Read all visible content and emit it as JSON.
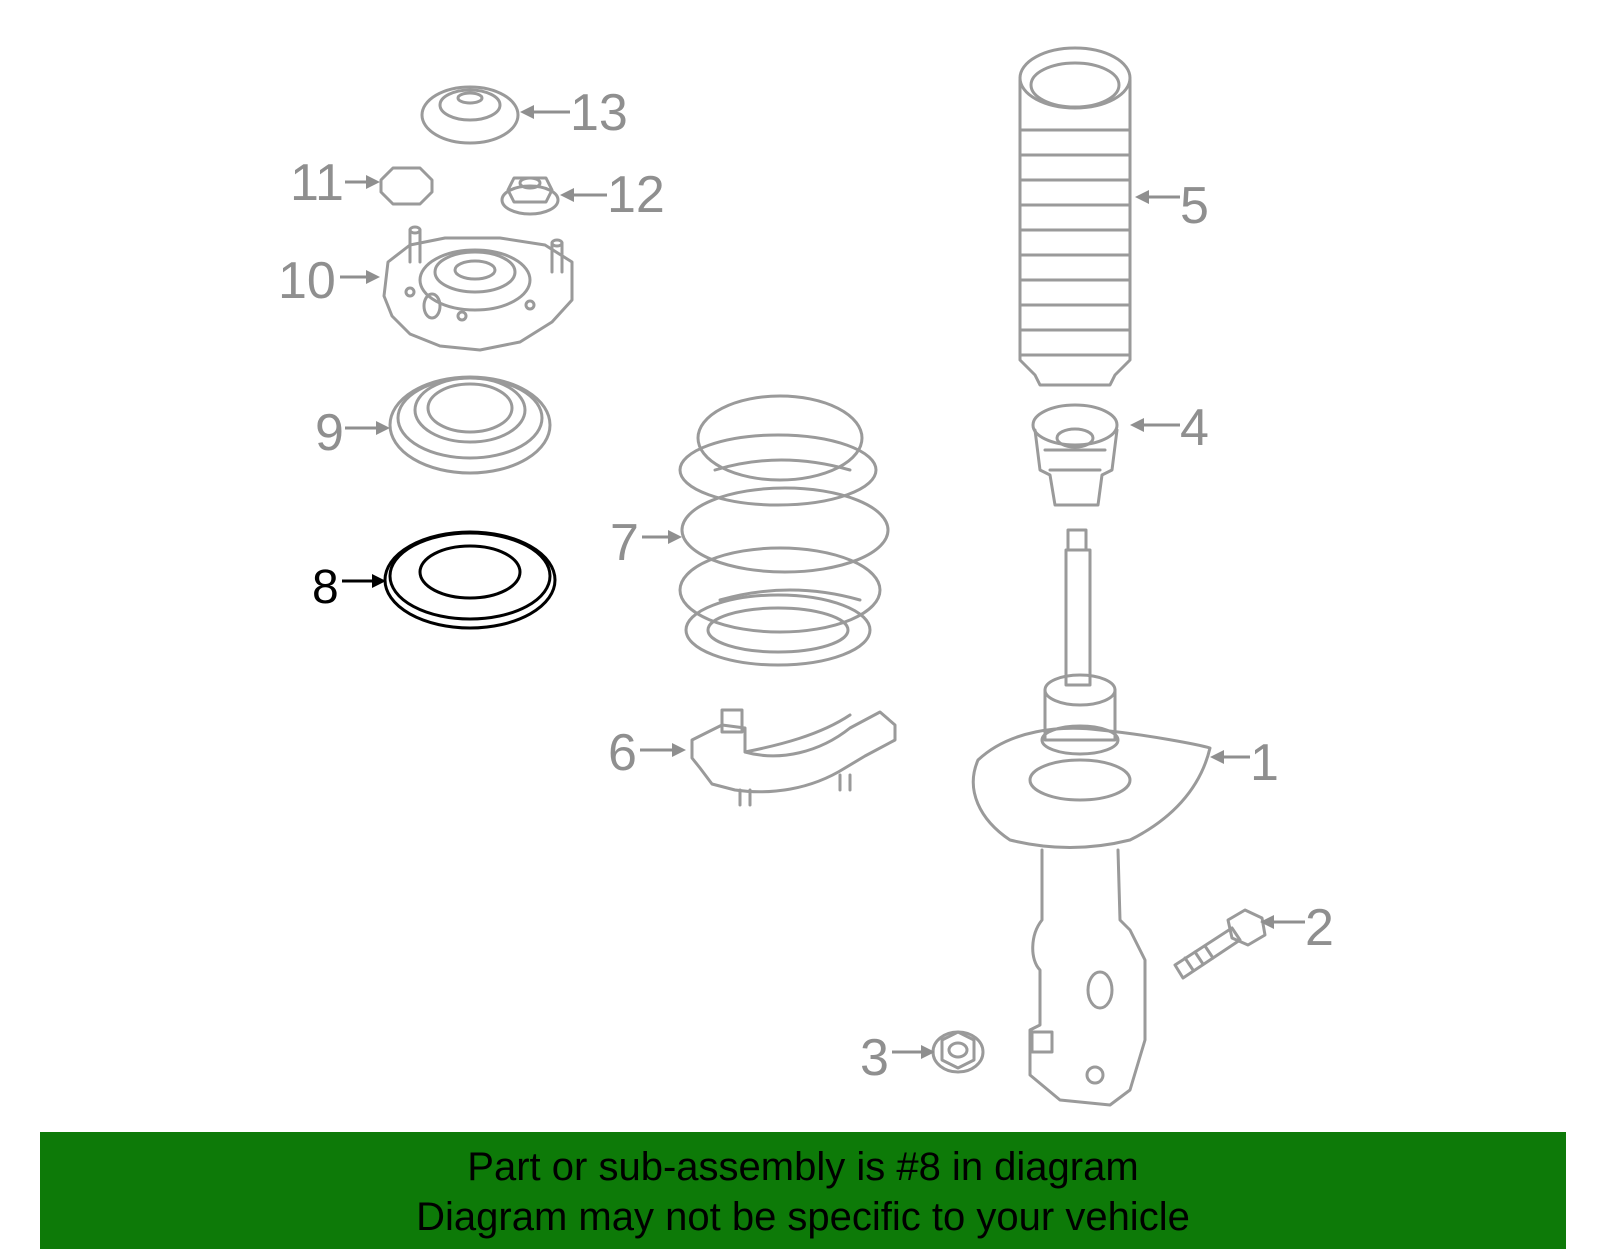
{
  "diagram": {
    "callouts": [
      {
        "number": "1",
        "highlighted": false
      },
      {
        "number": "2",
        "highlighted": false
      },
      {
        "number": "3",
        "highlighted": false
      },
      {
        "number": "4",
        "highlighted": false
      },
      {
        "number": "5",
        "highlighted": false
      },
      {
        "number": "6",
        "highlighted": false
      },
      {
        "number": "7",
        "highlighted": false
      },
      {
        "number": "8",
        "highlighted": true
      },
      {
        "number": "9",
        "highlighted": false
      },
      {
        "number": "10",
        "highlighted": false
      },
      {
        "number": "11",
        "highlighted": false
      },
      {
        "number": "12",
        "highlighted": false
      },
      {
        "number": "13",
        "highlighted": false
      }
    ],
    "colors": {
      "part_stroke": "#9a9a9a",
      "highlight_stroke": "#000000",
      "banner_bg": "#0d7a08"
    }
  },
  "banner": {
    "line1": "Part or sub-assembly is #8 in diagram",
    "line2": "Diagram may not be specific to your vehicle"
  }
}
